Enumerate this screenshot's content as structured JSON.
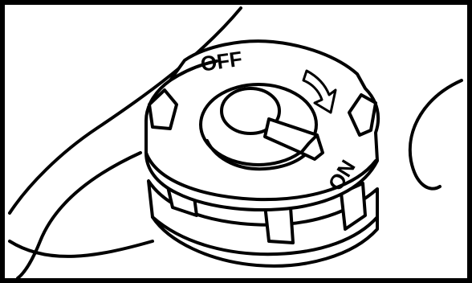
{
  "figure": {
    "subject": "fuel-cap-with-on-off-switch",
    "labels": {
      "off": "OFF",
      "on": "ON"
    },
    "icons": {
      "direction": "curved-arrow-icon"
    },
    "colors": {
      "stroke": "#000000",
      "fill": "#ffffff"
    }
  }
}
